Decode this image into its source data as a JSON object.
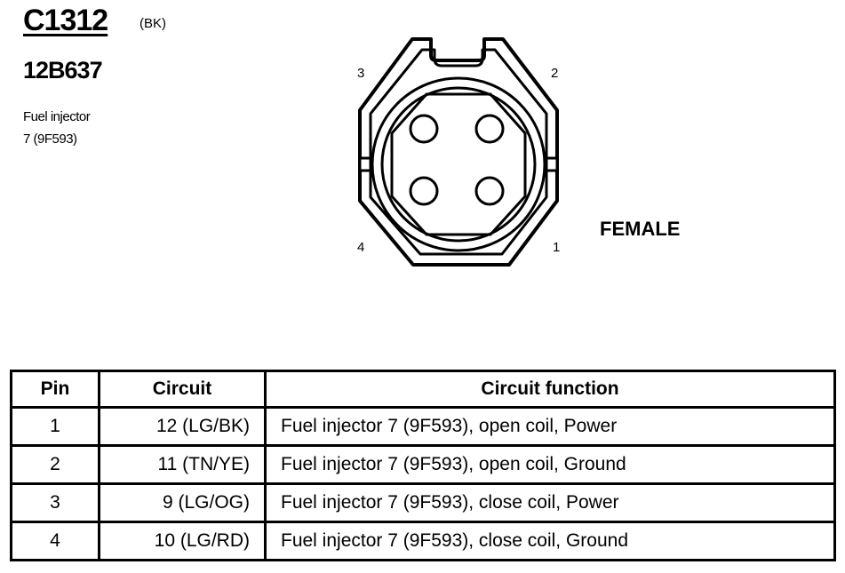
{
  "connector": {
    "id": "C1312",
    "color": "(BK)",
    "part_number": "12B637",
    "description_line1": "Fuel injector",
    "description_line2": "7 (9F593)",
    "gender": "FEMALE",
    "pin_labels": {
      "p1": "1",
      "p2": "2",
      "p3": "3",
      "p4": "4"
    }
  },
  "table": {
    "headers": {
      "pin": "Pin",
      "circuit": "Circuit",
      "function": "Circuit function"
    },
    "rows": [
      {
        "pin": "1",
        "circuit": "12 (LG/BK)",
        "function": "Fuel injector 7 (9F593), open coil, Power"
      },
      {
        "pin": "2",
        "circuit": "11 (TN/YE)",
        "function": "Fuel injector 7 (9F593), open coil, Ground"
      },
      {
        "pin": "3",
        "circuit": "9 (LG/OG)",
        "function": "Fuel injector 7 (9F593), close coil, Power"
      },
      {
        "pin": "4",
        "circuit": "10 (LG/RD)",
        "function": "Fuel injector 7 (9F593), close coil, Ground"
      }
    ]
  }
}
